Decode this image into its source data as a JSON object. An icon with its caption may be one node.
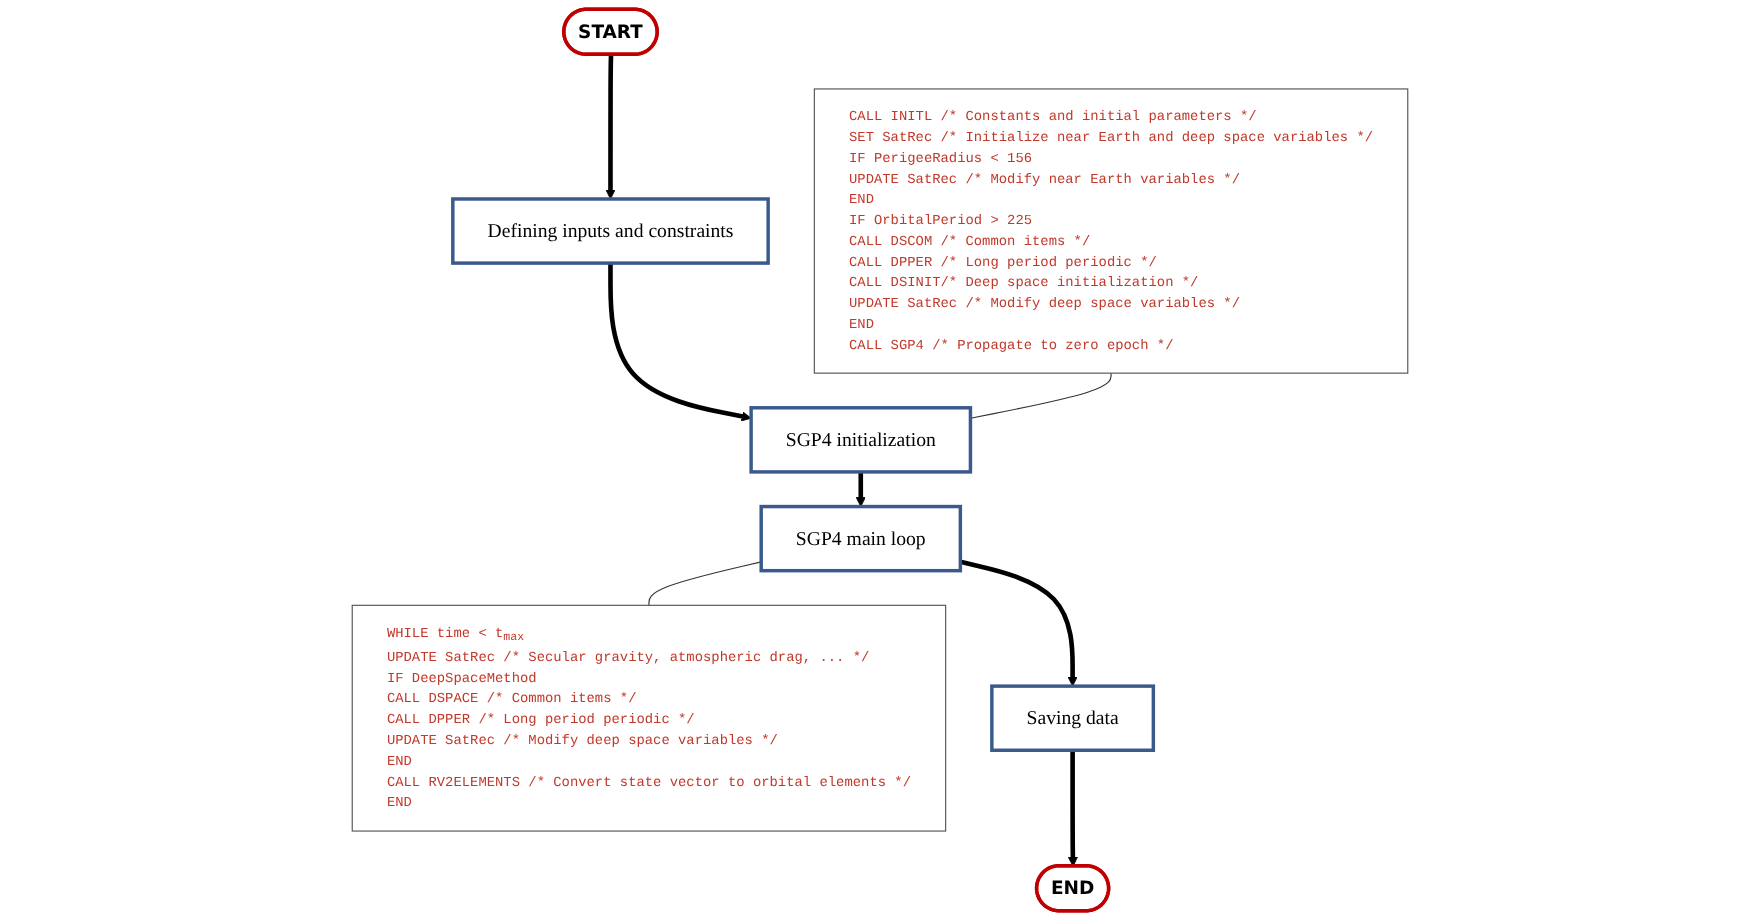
{
  "diagram": {
    "nodes": [
      {
        "text": [
          "START"
        ]
      },
      {
        "text": [
          "Defining inputs and constraints"
        ]
      },
      {
        "text": [
          "CALL INITL /* Constants and initial parameters */",
          "SET SatRec /* Initialize near Earth and deep space variables */",
          "IF PerigeeRadius < 156",
          "UPDATE SatRec /* Modify near Earth variables */",
          "END",
          "IF OrbitalPeriod > 225",
          "CALL DSCOM /* Common items */",
          "CALL DPPER /* Long period periodic */",
          "CALL DSINIT/* Deep space initialization */",
          "UPDATE SatRec /* Modify deep space variables */",
          "END",
          "CALL SGP4 /* Propagate to zero epoch */"
        ]
      },
      {
        "text": [
          "SGP4 initialization"
        ]
      },
      {
        "text": [
          "WHILE time < t$_{max}$",
          "UPDATE SatRec /* Secular gravity, atmospheric drag, ... */",
          "IF DeepSpaceMethod",
          "CALL DSPACE /* Common items */",
          "CALL DPPER /* Long period periodic */",
          "UPDATE SatRec /* Modify deep space variables */",
          "END",
          "CALL RV2ELEMENTS /* Convert state vector to orbital elements */",
          "END"
        ]
      },
      {
        "text": [
          "SGP4 main loop"
        ]
      },
      {
        "text": [
          "Saving data"
        ]
      },
      {
        "text": [
          "END"
        ]
      }
    ],
    "edges": [
      {
        "from": 0,
        "to": 1,
        "arrow": "to"
      },
      {
        "from": 1,
        "to": 3,
        "arrow": "to"
      },
      {
        "from": 2,
        "to": 3,
        "arrow": "none"
      },
      {
        "from": 3,
        "to": 5,
        "arrow": "to"
      },
      {
        "from": 5,
        "to": 4,
        "arrow": "none"
      },
      {
        "from": 5,
        "to": 6,
        "arrow": "to"
      },
      {
        "from": 6,
        "to": 7,
        "arrow": "to"
      }
    ]
  }
}
